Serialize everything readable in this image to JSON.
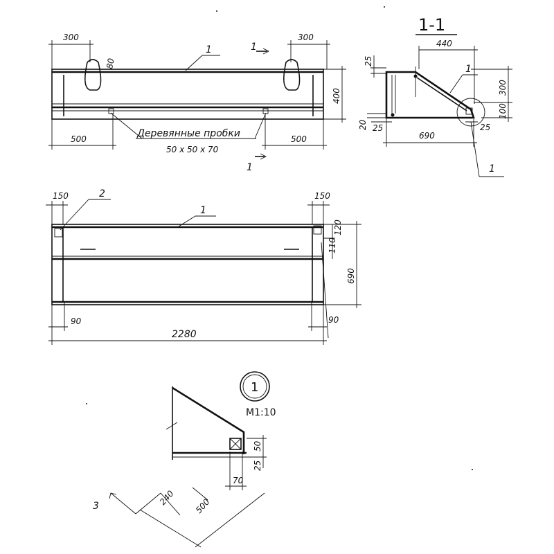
{
  "section_title": "1-1",
  "callout_label": "Деревянные пробки",
  "callout_size": "50 x 50 x 70",
  "section_marker": "1",
  "part_labels": {
    "one": "1",
    "two": "2",
    "three": "3"
  },
  "detail": {
    "number": "1",
    "scale": "М1:10"
  },
  "front_view": {
    "d_left_top": "300",
    "d_right_top": "300",
    "d_hole": "80",
    "d_height": "400",
    "d_left_bottom": "500",
    "d_right_bottom": "500"
  },
  "plan_view": {
    "d_left_top": "150",
    "d_right_top": "150",
    "d_120": "120",
    "d_110": "110",
    "d_depth": "690",
    "d_left_bottom": "90",
    "d_right_bottom": "90",
    "d_length": "2280"
  },
  "section_view": {
    "d_top": "440",
    "d_25_left": "25",
    "d_300": "300",
    "d_100": "100",
    "d_20": "20",
    "d_25_mid": "25",
    "d_25_right": "25",
    "d_width": "690"
  },
  "detail_view": {
    "d_50": "50",
    "d_25": "25",
    "d_70": "70",
    "d_240": "240",
    "d_500": "500"
  }
}
